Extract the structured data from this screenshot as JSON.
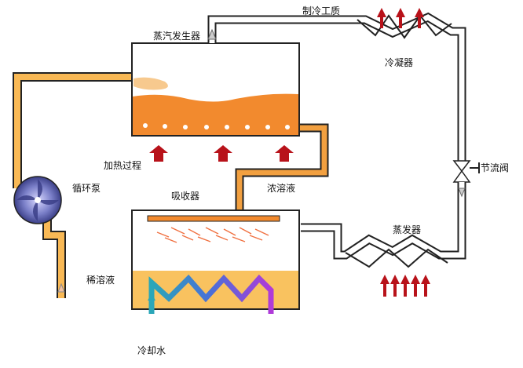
{
  "labels": {
    "refrigerant": "制冷工质",
    "generator": "蒸汽发生器",
    "condenser": "冷凝器",
    "heating": "加热过程",
    "pump": "循环泵",
    "absorber": "吸收器",
    "strong_solution": "浓溶液",
    "throttle_valve": "节流阀",
    "evaporator": "蒸发器",
    "weak_solution": "稀溶液",
    "cooling_water": "冷却水"
  },
  "colors": {
    "pipe_fill": "#f9b955",
    "liquid": "#f28a2e",
    "arrow_red": "#b8121a",
    "cooling_coil_start": "#2aa7b8",
    "cooling_coil_end": "#b03ad8",
    "pump_body": "#4b4f99"
  }
}
